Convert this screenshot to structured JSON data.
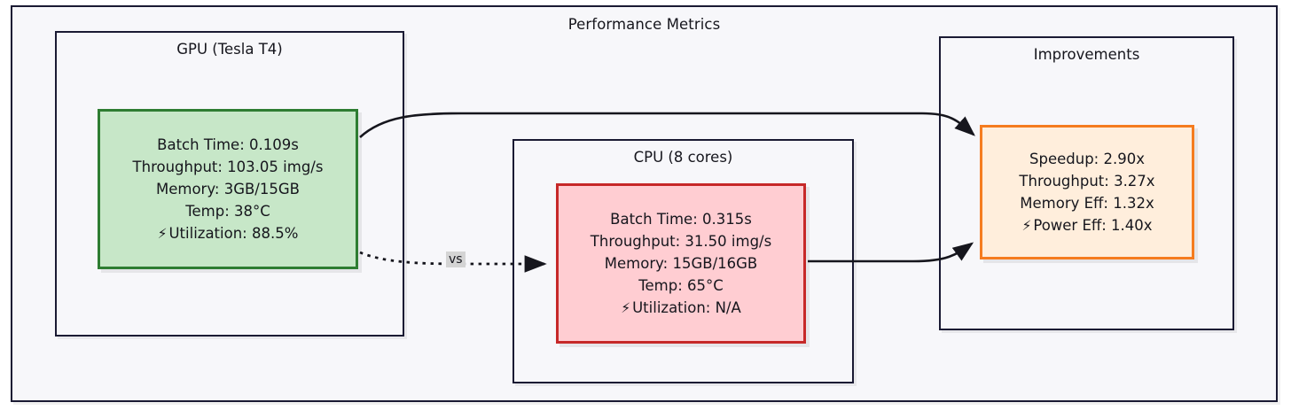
{
  "diagram": {
    "title": "Performance Metrics",
    "type": "flowchart"
  },
  "colors": {
    "frame_border": "#1a1a33",
    "frame_fill": "#f7f7fa",
    "gpu_border": "#2e7d32",
    "gpu_fill": "#c7e7c8",
    "cpu_border": "#c62828",
    "cpu_fill": "#ffcdd2",
    "improvements_border": "#f57c1f",
    "improvements_fill": "#ffeedc",
    "edge": "#16161d",
    "edge_label_bg": "#d4d4d4"
  },
  "subgraphs": {
    "gpu": {
      "title": "GPU (Tesla T4)",
      "node": {
        "lines": [
          "Batch Time: 0.109s",
          "Throughput: 103.05 img/s",
          "Memory: 3GB/15GB",
          "Temp: 38°C"
        ],
        "bolt_icon": "⚡",
        "bolt_line": "Utilization: 88.5%"
      }
    },
    "cpu": {
      "title": "CPU (8 cores)",
      "node": {
        "lines": [
          "Batch Time: 0.315s",
          "Throughput: 31.50 img/s",
          "Memory: 15GB/16GB",
          "Temp: 65°C"
        ],
        "bolt_icon": "⚡",
        "bolt_line": "Utilization: N/A"
      }
    },
    "improvements": {
      "title": "Improvements",
      "node": {
        "lines": [
          "Speedup: 2.90x",
          "Throughput: 3.27x",
          "Memory Eff: 1.32x"
        ],
        "bolt_icon": "⚡",
        "bolt_line": "Power Eff: 1.40x"
      }
    }
  },
  "edges": [
    {
      "from": "gpu",
      "to": "improvements",
      "style": "solid",
      "label": ""
    },
    {
      "from": "gpu",
      "to": "cpu",
      "style": "dotted",
      "label": "vs"
    },
    {
      "from": "cpu",
      "to": "improvements",
      "style": "solid",
      "label": ""
    }
  ]
}
